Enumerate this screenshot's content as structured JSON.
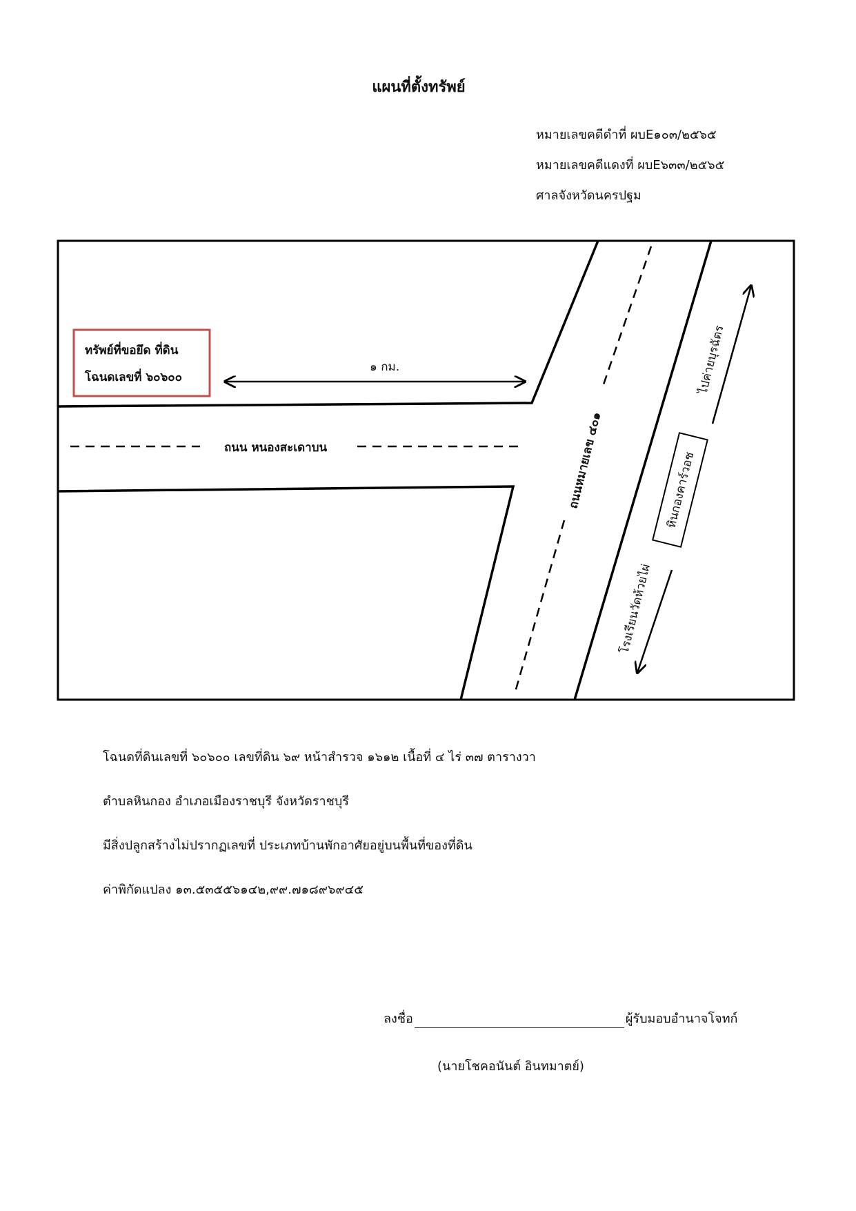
{
  "document": {
    "title": "แผนที่ตั้งทรัพย์",
    "case_info": {
      "black_case": "หมายเลขคดีดำที่   ผบE๑๐๓/๒๕๖๕",
      "red_case": "หมายเลขคดีแดงที่ ผบE๖๓๓/๒๕๖๕",
      "court": "ศาลจังหวัดนครปฐม"
    }
  },
  "map": {
    "property_label_line1": "ทรัพย์ที่ขอยึด  ที่ดิน",
    "property_label_line2": "โฉนดเลขที่  ๖๐๖๐๐",
    "distance_label": "๑ กม.",
    "local_road_label": "ถนน หนองสะเดาบน",
    "highway_label": "ถนนหมายเลข ๔๐๑",
    "north_direction_label": "ไปค่ายบุรฉัตร",
    "south_direction_label": "โรงเรียนวัดห้วยไผ่",
    "landmark_label": "หินกองคาร์วอช",
    "colors": {
      "property_box_border": "#c0504d",
      "lines": "#000000"
    }
  },
  "description": {
    "line1": "โฉนดที่ดินเลขที่  ๖๐๖๐๐  เลขที่ดิน  ๖๙   หน้าสำรวจ  ๑๖๑๒  เนื้อที่  ๔  ไร่  ๓๗  ตารางวา",
    "line2": "ตำบลหินกอง  อำเภอเมืองราชบุรี  จังหวัดราชบุรี",
    "line3": "มีสิ่งปลูกสร้างไม่ปรากฏเลขที่  ประเภทบ้านพักอาศัยอยู่บนพื้นที่ของที่ดิน",
    "line4": "ค่าพิกัดแปลง  ๑๓.๕๓๕๕๖๑๔๒,๙๙.๗๑๘๙๖๙๔๕"
  },
  "signature": {
    "sign_prefix": "ลงชื่อ",
    "sign_suffix": "ผู้รับมอบอำนาจโจทก์",
    "signer_name": "(นายโชคอนันต์  อินทมาตย์)"
  }
}
